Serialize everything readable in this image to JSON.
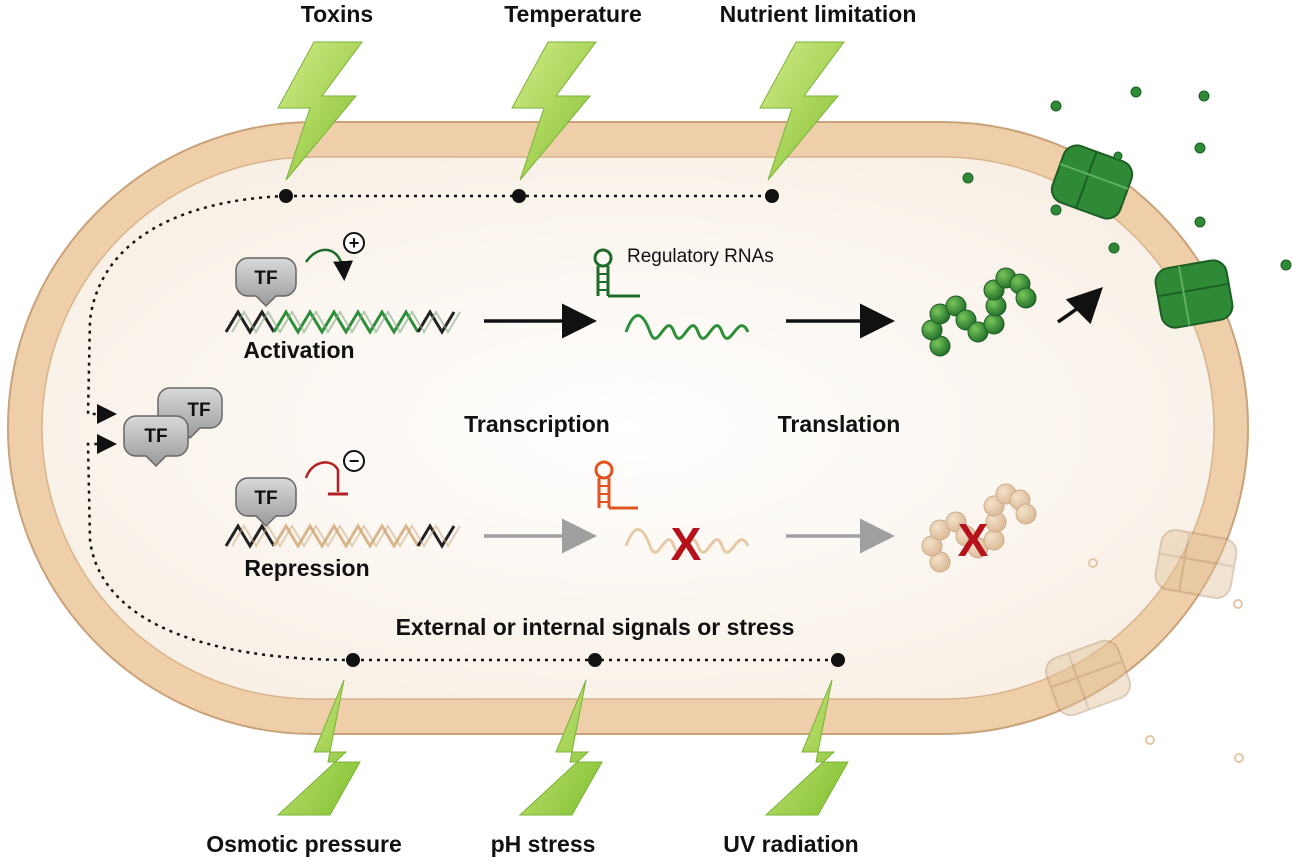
{
  "stressors": {
    "top": [
      "Toxins",
      "Temperature",
      "Nutrient limitation"
    ],
    "bottom": [
      "Osmotic pressure",
      "pH stress",
      "UV radiation"
    ]
  },
  "pathway": {
    "activation_label": "Activation",
    "repression_label": "Repression",
    "transcription_label": "Transcription",
    "translation_label": "Translation",
    "regulatory_rnas_label": "Regulatory RNAs",
    "signals_label": "External or internal signals or stress",
    "tf_label": "TF",
    "plus_symbol": "+",
    "minus_symbol": "−",
    "blocked_mark": "X"
  },
  "colors": {
    "cell_wall": "#efcfa9",
    "cell_interior": "#fbf6ef",
    "bolt": "#8cc43c",
    "active_green": "#2e8f3a",
    "repressed_tan": "#e2c29a",
    "repressor_red": "#b32025",
    "blocked_x": "#b5121b"
  }
}
